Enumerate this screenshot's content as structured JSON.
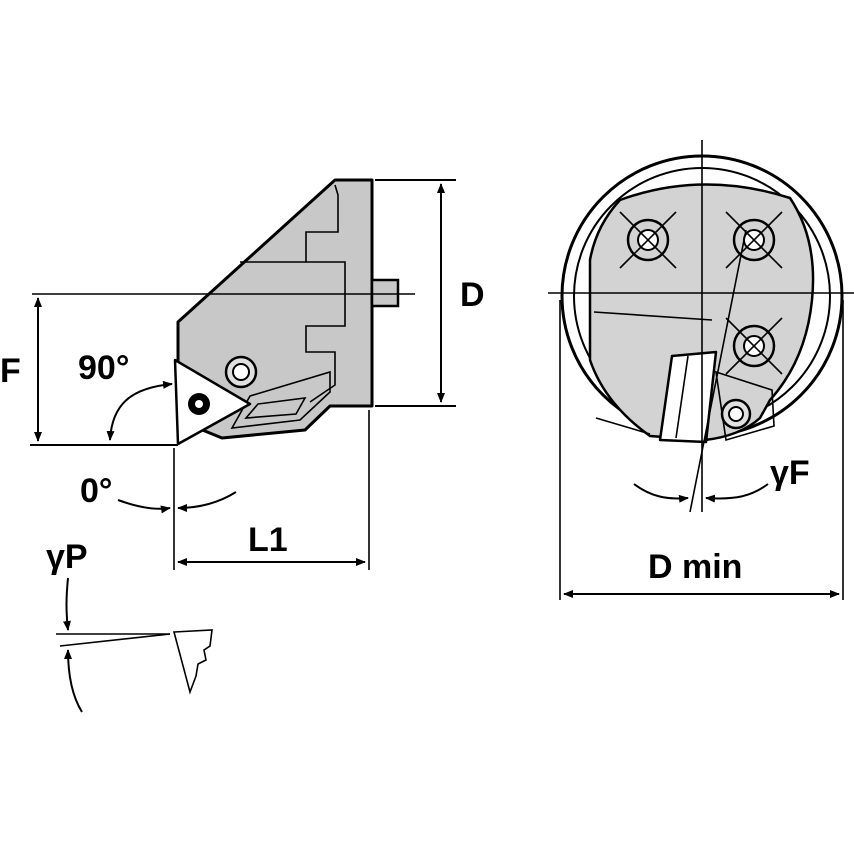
{
  "labels": {
    "F": "F",
    "D": "D",
    "angle_90": "90°",
    "angle_0": "0°",
    "L1": "L1",
    "gamma_P": "γP",
    "gamma_F": "γF",
    "D_min": "D min"
  },
  "colors": {
    "line": "#000000",
    "body_fill": "#c8c8c8",
    "face_fill": "#d3d3d3",
    "background": "#ffffff"
  }
}
